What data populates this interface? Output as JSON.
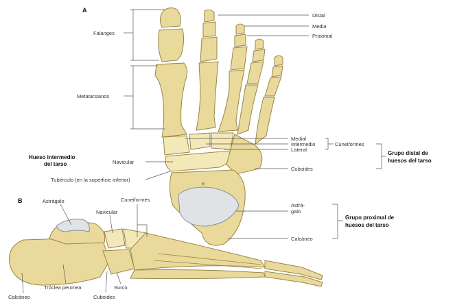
{
  "panel_a": {
    "letter": "A",
    "labels": {
      "falanges": "Falanges",
      "distal": "Distal",
      "media": "Media",
      "proximal": "Proximal",
      "metatarsianos": "Metatarsianos",
      "medial": "Medial",
      "intermedio": "Intermedio",
      "lateral": "Lateral",
      "cuneiformes": "Cuneiformes",
      "grupo_distal_1": "Grupo distal de",
      "grupo_distal_2": "huesos del tarso",
      "hueso_intermedio_1": "Hueso intermedio",
      "hueso_intermedio_2": "del tarso",
      "navicular": "Navicular",
      "cuboides": "Cuboides",
      "tuberculo": "Tubérculo (en la superficie inferior)",
      "astragalo_1": "Astrá-",
      "astragalo_2": "galo",
      "grupo_proximal_1": "Grupo proximal de",
      "grupo_proximal_2": "huesos del tarso",
      "calcaneo": "Calcáneo"
    }
  },
  "panel_b": {
    "letter": "B",
    "labels": {
      "astragalo": "Astrágalo",
      "cuneiformes": "Cuneiformes",
      "navicular": "Navicular",
      "trocleas": "Tróclea peronea",
      "surco": "Surco",
      "cuboides": "Cuboides",
      "calcaneo": "Calcáneo"
    }
  },
  "colors": {
    "bone": "#e9d99a",
    "bone_outline": "#9a8548",
    "cartilage": "#dfe3e6",
    "label_text": "#333333"
  }
}
